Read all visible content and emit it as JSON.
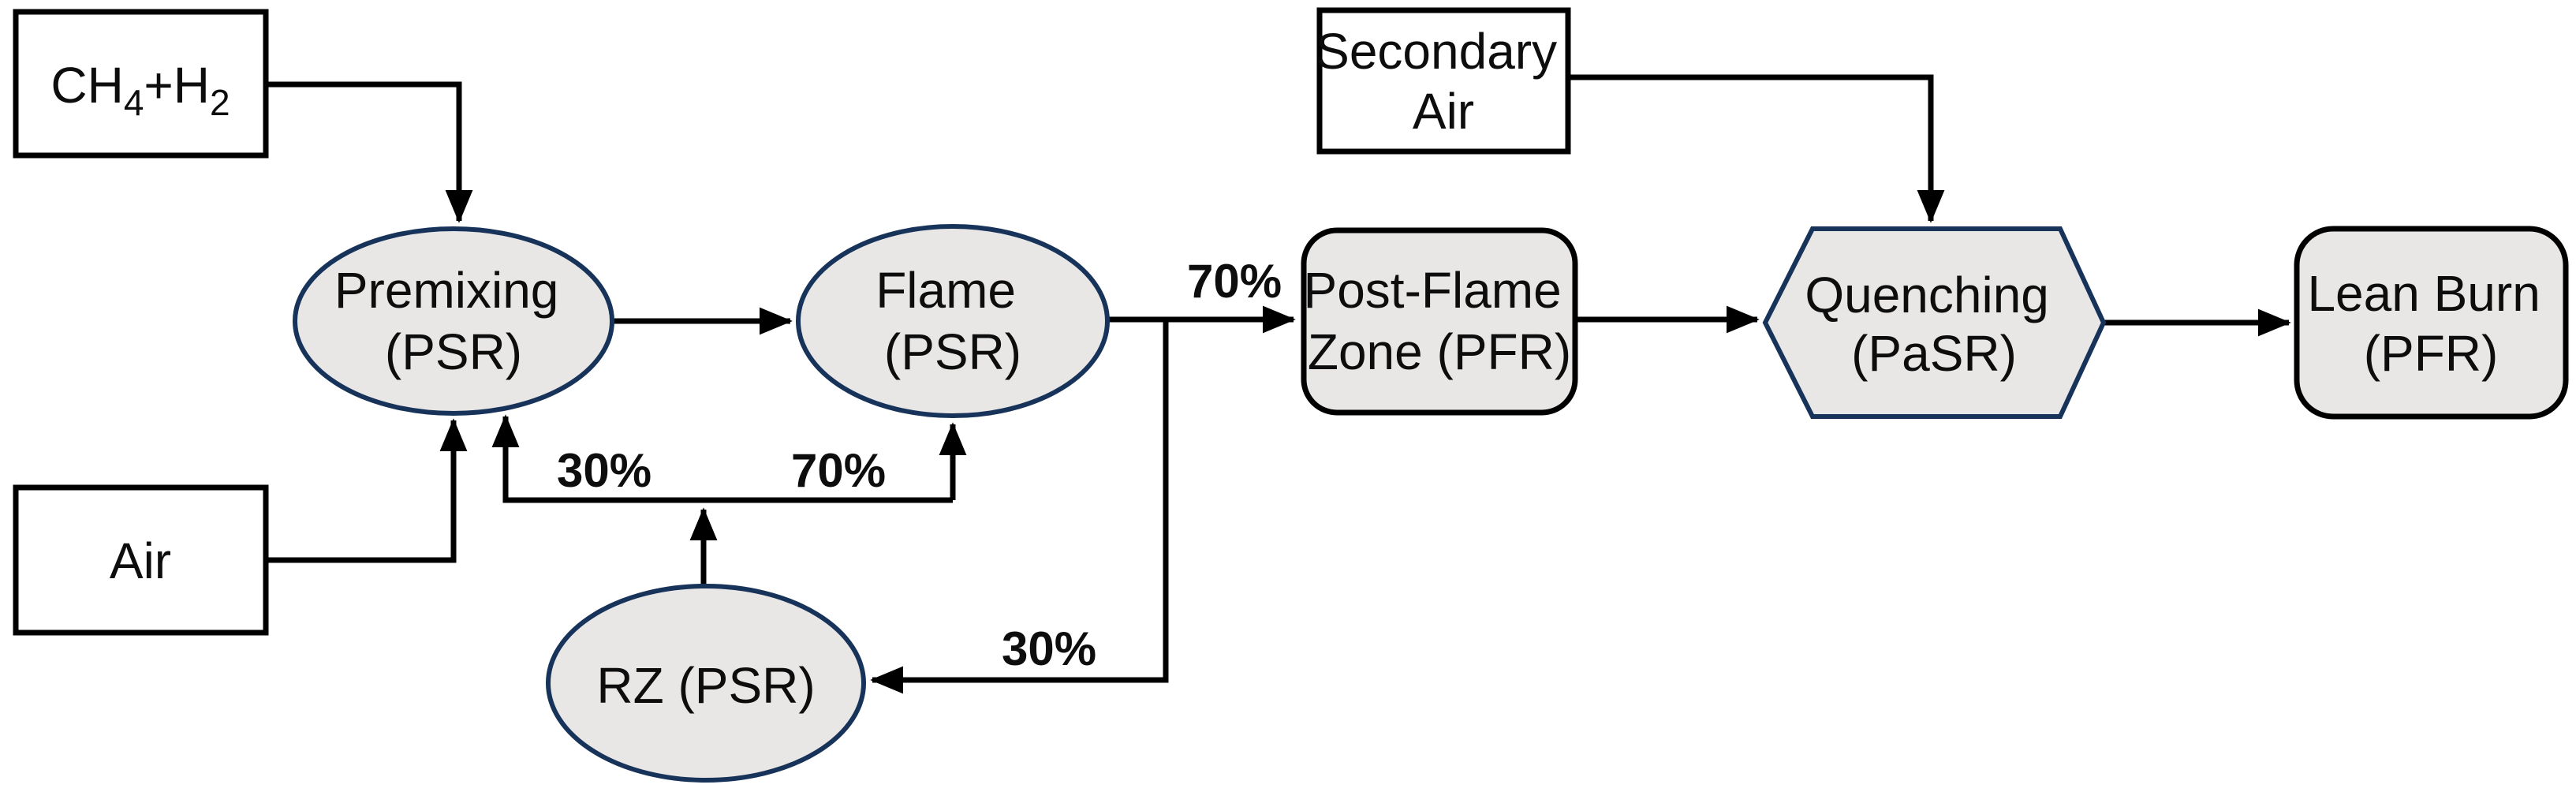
{
  "colors": {
    "navy": "#17335a",
    "gray": "#e8e7e6",
    "black": "#000000",
    "white": "#ffffff",
    "text": "#0d0d0d"
  },
  "nodes": {
    "fuel_inlet": {
      "parts": {
        "base1": "CH",
        "sub1": "4",
        "base2": "+H",
        "sub2": "2"
      }
    },
    "air_inlet": {
      "label": "Air"
    },
    "secondary_air": {
      "line1": "Secondary",
      "line2": "Air"
    },
    "premixing": {
      "line1": "Premixing",
      "line2": "(PSR)"
    },
    "flame": {
      "line1": "Flame",
      "line2": "(PSR)"
    },
    "rz": {
      "label": "RZ (PSR)"
    },
    "post_flame": {
      "line1": "Post-Flame",
      "line2": "Zone (PFR)"
    },
    "quenching": {
      "line1": "Quenching",
      "line2": "(PaSR)"
    },
    "lean_burn": {
      "line1": "Lean Burn",
      "line2": "(PFR)"
    }
  },
  "edge_labels": {
    "flame_to_postflame": "70%",
    "flame_to_rz": "30%",
    "rz_to_premixing": "30%",
    "rz_to_flame": "70%"
  }
}
